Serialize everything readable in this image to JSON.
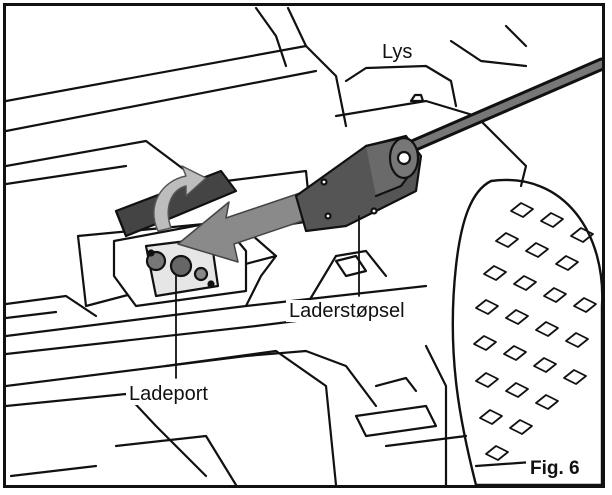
{
  "labels": {
    "light": "Lys",
    "charger_plug": "Laderstøpsel",
    "charge_port": "Ladeport"
  },
  "figure": {
    "number": "Fig. 6"
  },
  "colors": {
    "line": "#111111",
    "shade_dark": "#555555",
    "shade_mid": "#8a8a8a",
    "shade_light": "#bdbdbd",
    "background": "#ffffff"
  },
  "icons": {
    "rotate_arrow": "curved-rotate-arrow",
    "insert_arrow": "straight-insert-arrow"
  }
}
